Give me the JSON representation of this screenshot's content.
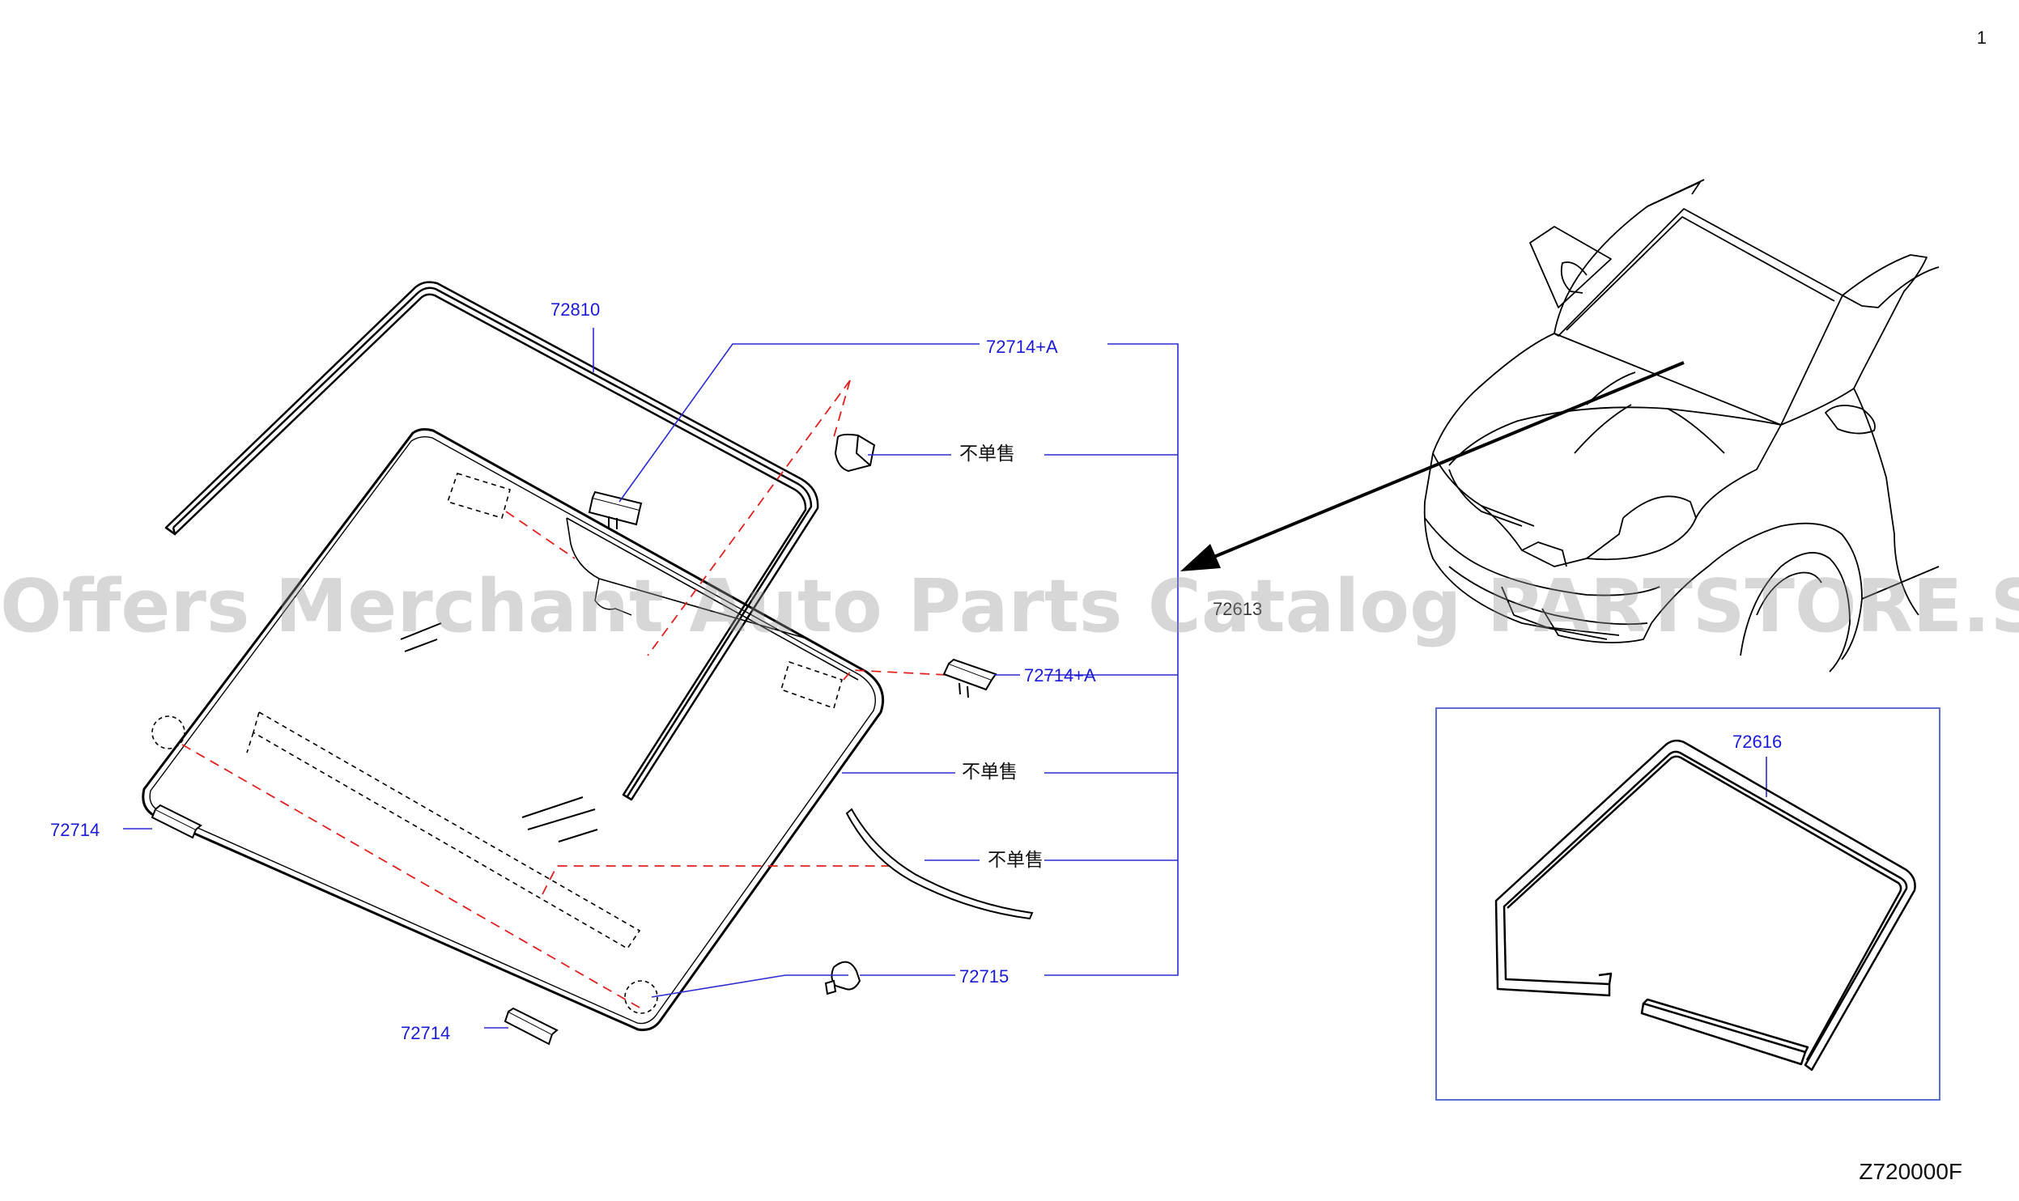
{
  "page_number": "1",
  "figure_code": "Z720000F",
  "watermark": "Offers Merchant Auto Parts Catalog PARTSTORE.SA",
  "callouts": {
    "molding_top": "72810",
    "clip_top": "72714+A",
    "not_sold_1": "不单售",
    "group_number": "72613",
    "clip_right": "72714+A",
    "not_sold_2": "不单售",
    "not_sold_3": "不单售",
    "spacer_left": "72714",
    "spacer_bottom": "72714",
    "bolt": "72715",
    "dam_kit": "72616"
  },
  "colors": {
    "line": "#000000",
    "leader": "#2b2bd0",
    "dashed_red": "#e02020",
    "label": "#1a1ad8",
    "frame": "#4a5fd0"
  }
}
